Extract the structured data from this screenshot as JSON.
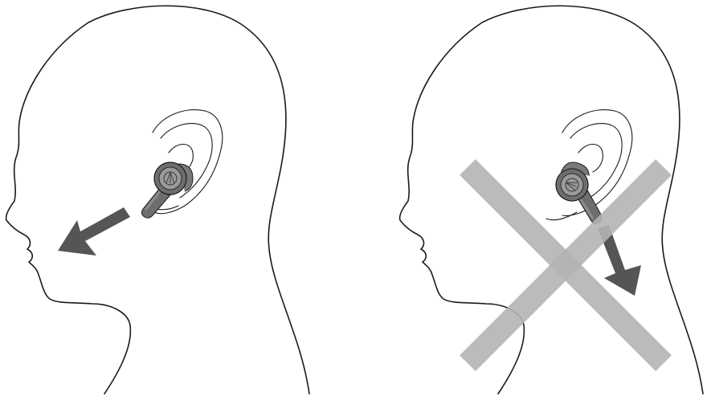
{
  "figures": [
    {
      "id": "correct-removal",
      "direction": "forward-downward",
      "marked_incorrect": false
    },
    {
      "id": "incorrect-removal",
      "direction": "downward",
      "marked_incorrect": true
    }
  ],
  "colors": {
    "outline": "#1a1a1a",
    "arrow": "#555555",
    "earbud_body": "#6e6e6e",
    "earbud_face": "#9a9a9a",
    "cross_mark": "#b4b4b4"
  },
  "icons": [
    "head-profile",
    "ear",
    "earbud",
    "arrow",
    "cross-mark"
  ]
}
